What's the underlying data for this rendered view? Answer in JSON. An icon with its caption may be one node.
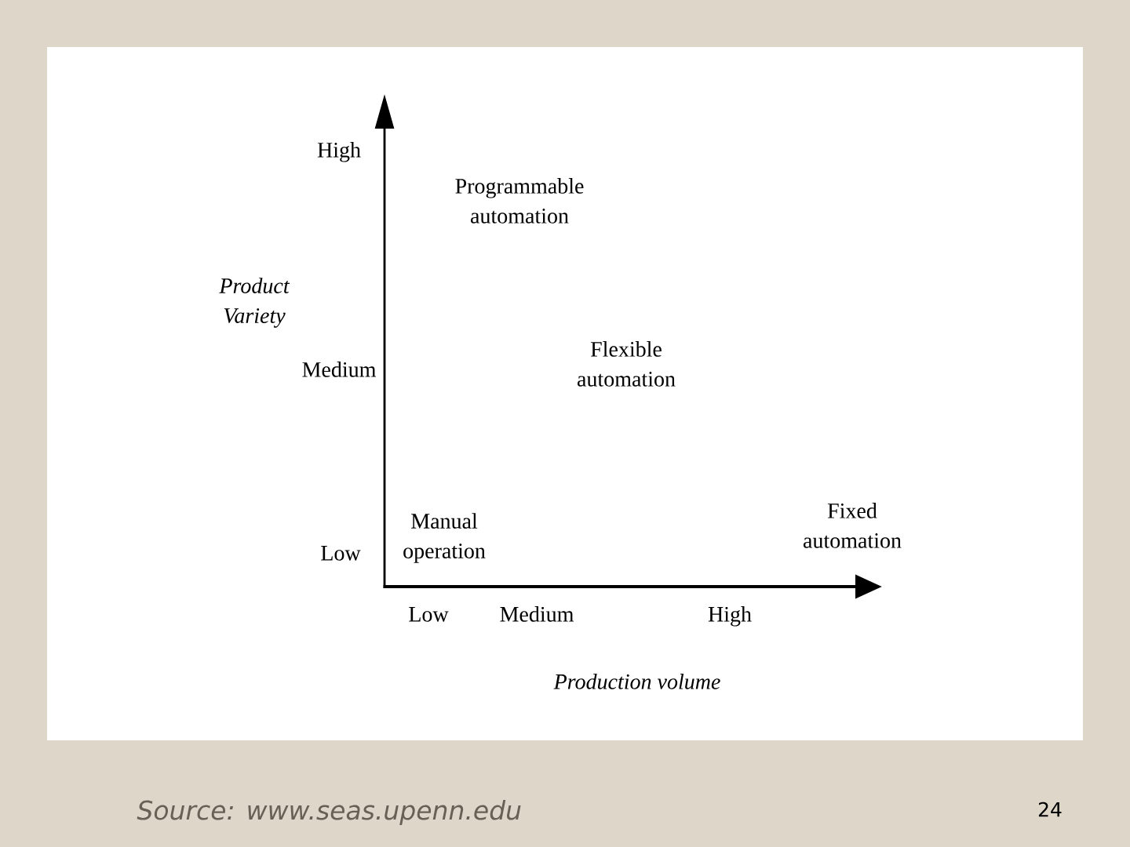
{
  "diagram": {
    "labels": [
      "High",
      "Programmable automation",
      "Product Variety",
      "Medium",
      "Flexible automation",
      "Manual operation",
      "Fixed automation",
      "Low",
      "Low",
      "Medium",
      "High",
      "Production volume",
      "Source: www.seas.upenn.edu",
      "24"
    ]
  }
}
